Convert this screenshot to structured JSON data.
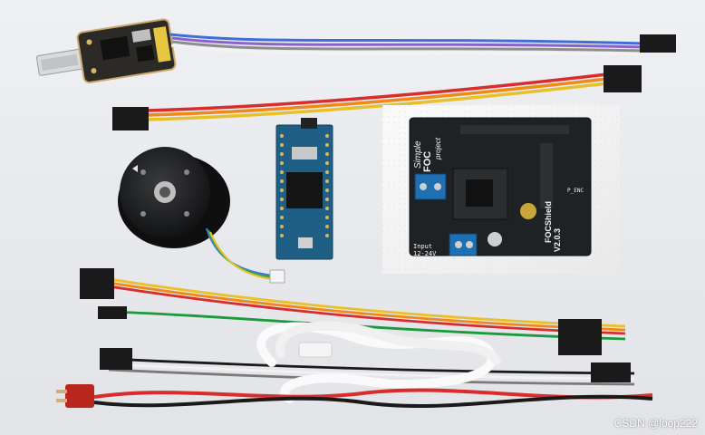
{
  "shield_board": {
    "brand_line1": "Simple",
    "brand_line2": "FOC",
    "brand_line3": "project",
    "model": "FOCShield",
    "version": "V2.0.3",
    "input_label": "Input",
    "voltage_label": "12-24V",
    "enc_label": "P_ENC"
  },
  "watermark": "CSDN @loop222",
  "colors": {
    "background": "#e9ebee",
    "shield_pcb": "#1f2224",
    "stm32_pcb": "#1f5f86",
    "usb_pcb": "#2b2a26",
    "terminal_blue": "#1f6fb3",
    "foam": "#f4f4f4"
  }
}
